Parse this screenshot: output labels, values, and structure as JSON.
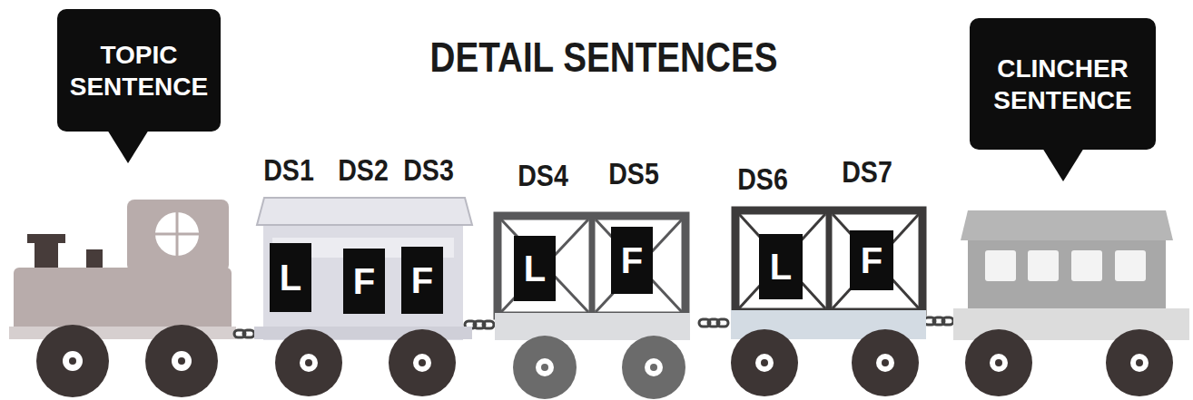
{
  "diagram": {
    "title": "DETAIL SENTENCES",
    "nodes": [
      {
        "text": [
          "TOPIC SENTENCE"
        ]
      },
      {
        "text": [
          "L"
        ]
      },
      {
        "text": [
          "F"
        ]
      },
      {
        "text": [
          "F"
        ]
      },
      {
        "text": [
          "L"
        ]
      },
      {
        "text": [
          "F"
        ]
      },
      {
        "text": [
          "L"
        ]
      },
      {
        "text": [
          "F"
        ]
      },
      {
        "text": [
          "CLINCHER SENTENCE"
        ]
      }
    ],
    "labels": [
      "DS1",
      "DS2",
      "DS3",
      "DS4",
      "DS5",
      "DS6",
      "DS7"
    ]
  }
}
